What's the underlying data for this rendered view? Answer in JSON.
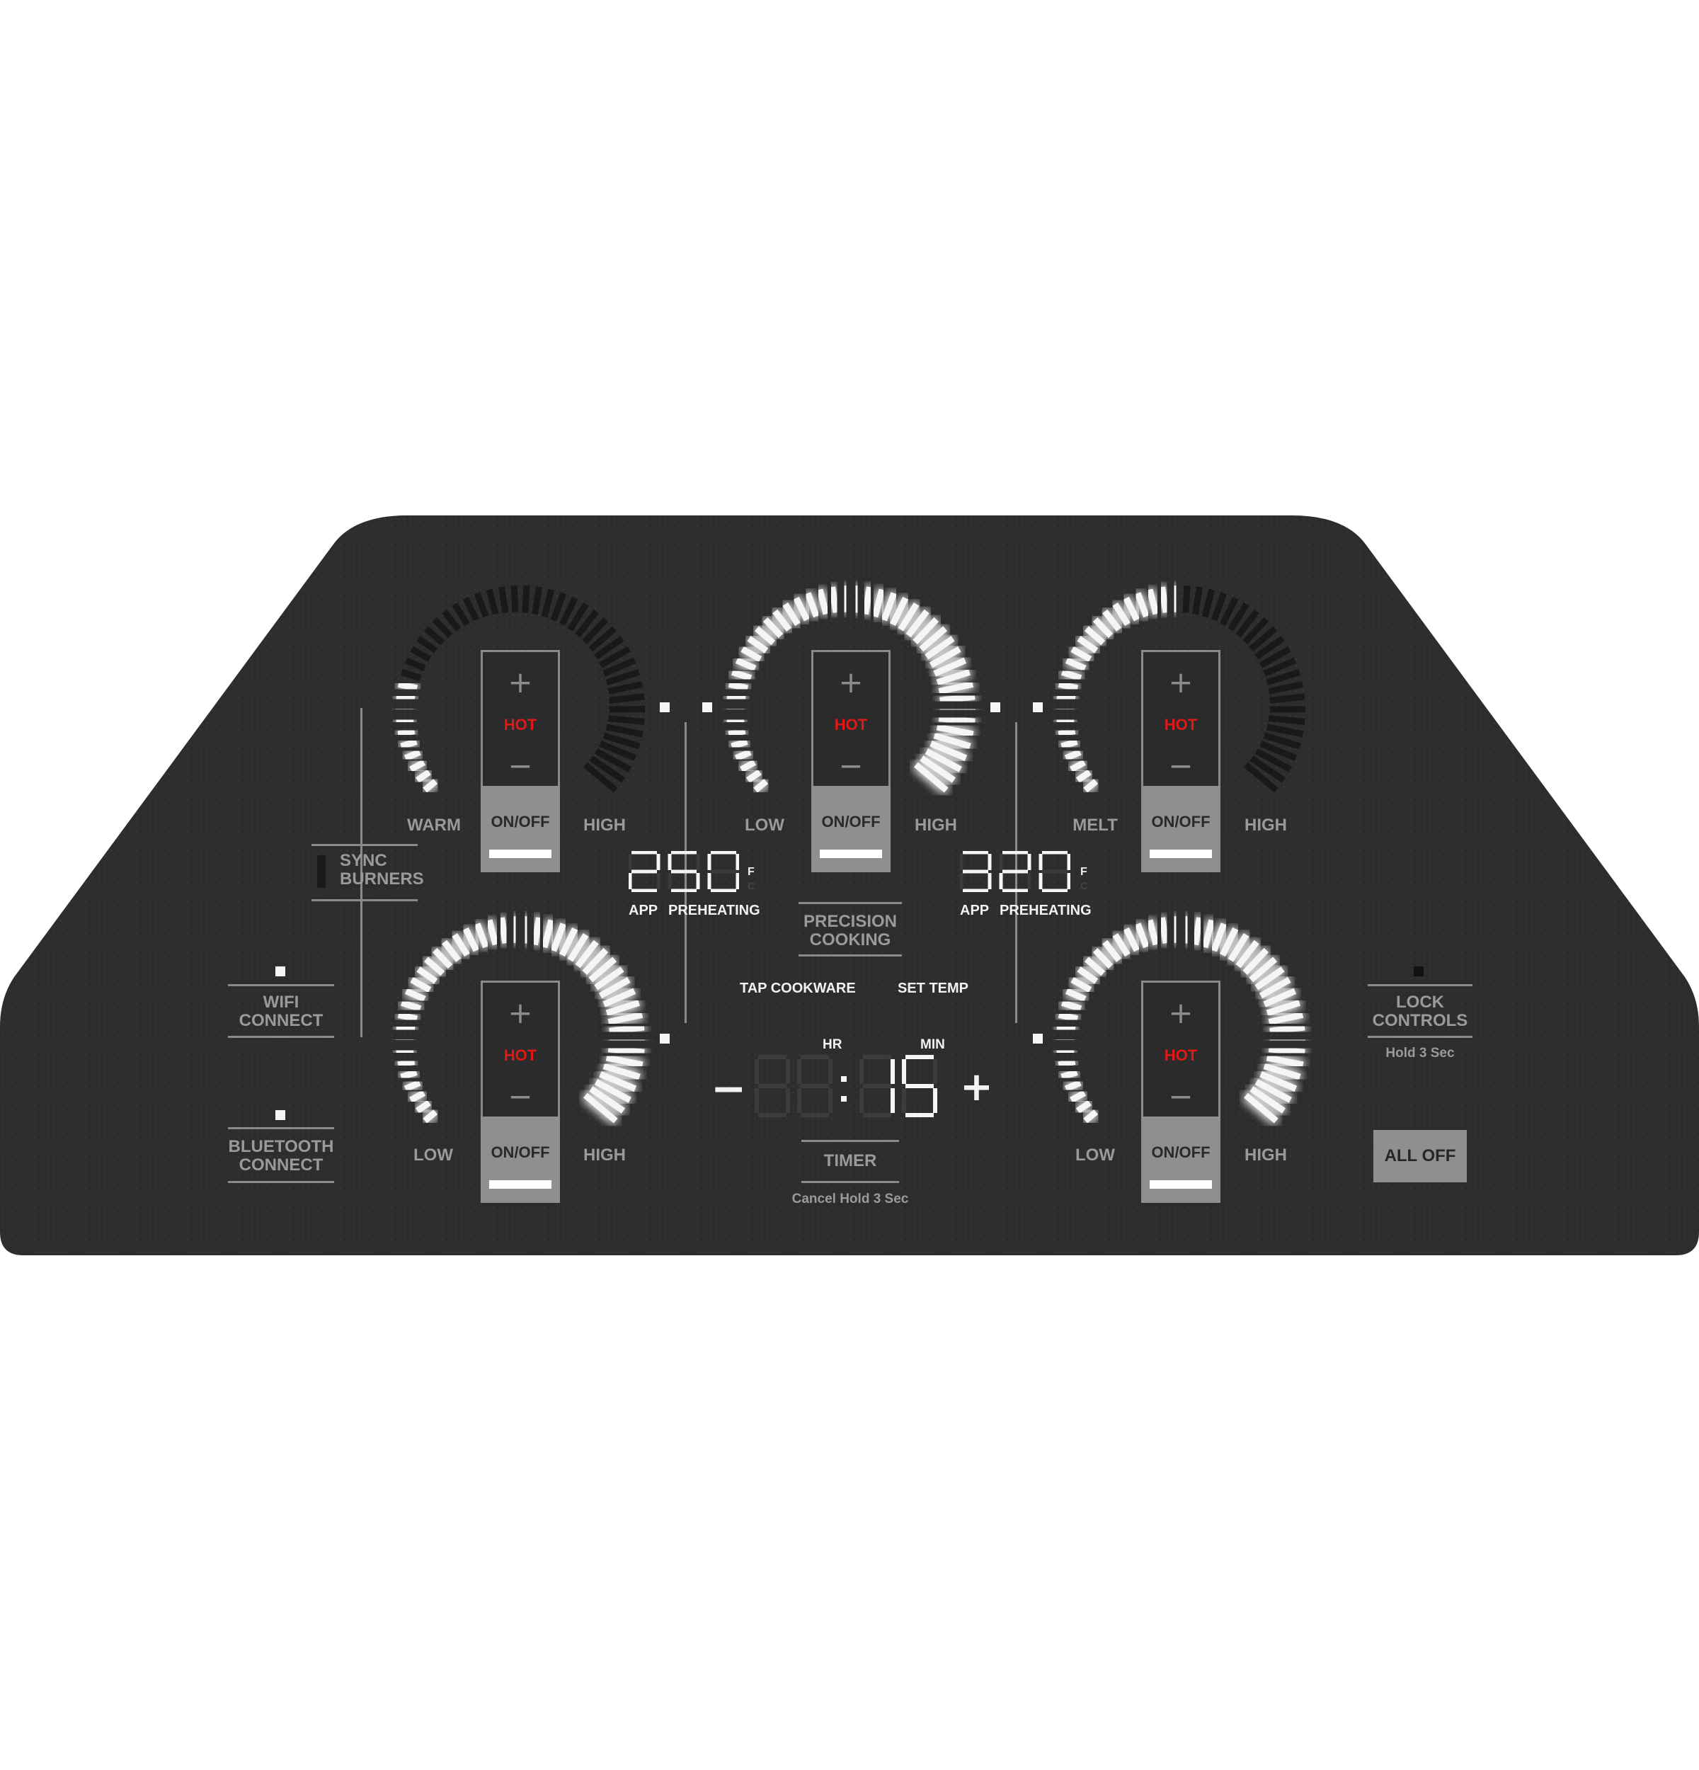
{
  "burners": [
    {
      "id": "left-rear",
      "min_label": "WARM",
      "max_label": "HIGH",
      "level": 0.22,
      "plus": "+",
      "minus": "−",
      "hot": "HOT",
      "onoff": "ON/OFF"
    },
    {
      "id": "center",
      "min_label": "LOW",
      "max_label": "HIGH",
      "level": 1.0,
      "plus": "+",
      "minus": "−",
      "hot": "HOT",
      "onoff": "ON/OFF"
    },
    {
      "id": "right-rear",
      "min_label": "MELT",
      "max_label": "HIGH",
      "level": 0.5,
      "plus": "+",
      "minus": "−",
      "hot": "HOT",
      "onoff": "ON/OFF"
    },
    {
      "id": "left-front",
      "min_label": "LOW",
      "max_label": "HIGH",
      "level": 1.0,
      "plus": "+",
      "minus": "−",
      "hot": "HOT",
      "onoff": "ON/OFF"
    },
    {
      "id": "right-front",
      "min_label": "LOW",
      "max_label": "HIGH",
      "level": 1.0,
      "plus": "+",
      "minus": "−",
      "hot": "HOT",
      "onoff": "ON/OFF"
    }
  ],
  "temp_displays": [
    {
      "value": "250",
      "unit_f": "F",
      "unit_c": "C",
      "app_label": "APP",
      "status_label": "PREHEATING"
    },
    {
      "value": "320",
      "unit_f": "F",
      "unit_c": "C",
      "app_label": "APP",
      "status_label": "PREHEATING"
    }
  ],
  "sync_burners": {
    "line1": "SYNC",
    "line2": "BURNERS"
  },
  "wifi": {
    "line1": "WIFI",
    "line2": "CONNECT"
  },
  "bluetooth": {
    "line1": "BLUETOOTH",
    "line2": "CONNECT"
  },
  "precision": {
    "line1": "PRECISION",
    "line2": "COOKING",
    "tap_cookware": "TAP  COOKWARE",
    "set_temp": "SET TEMP"
  },
  "timer": {
    "hr_label": "HR",
    "min_label": "MIN",
    "hours": "88",
    "minutes": "15",
    "minus": "−",
    "plus": "+",
    "label": "TIMER",
    "cancel": "Cancel Hold 3 Sec"
  },
  "lock": {
    "line1": "LOCK",
    "line2": "CONTROLS",
    "hold": "Hold 3 Sec"
  },
  "all_off": {
    "label": "ALL OFF"
  },
  "colors": {
    "panel": "#2d2d2d",
    "lit": "#f5f5f5",
    "unlit": "#191919",
    "hot": "#e01818",
    "button": "#8f8f8f",
    "text": "#9a9a9a"
  }
}
